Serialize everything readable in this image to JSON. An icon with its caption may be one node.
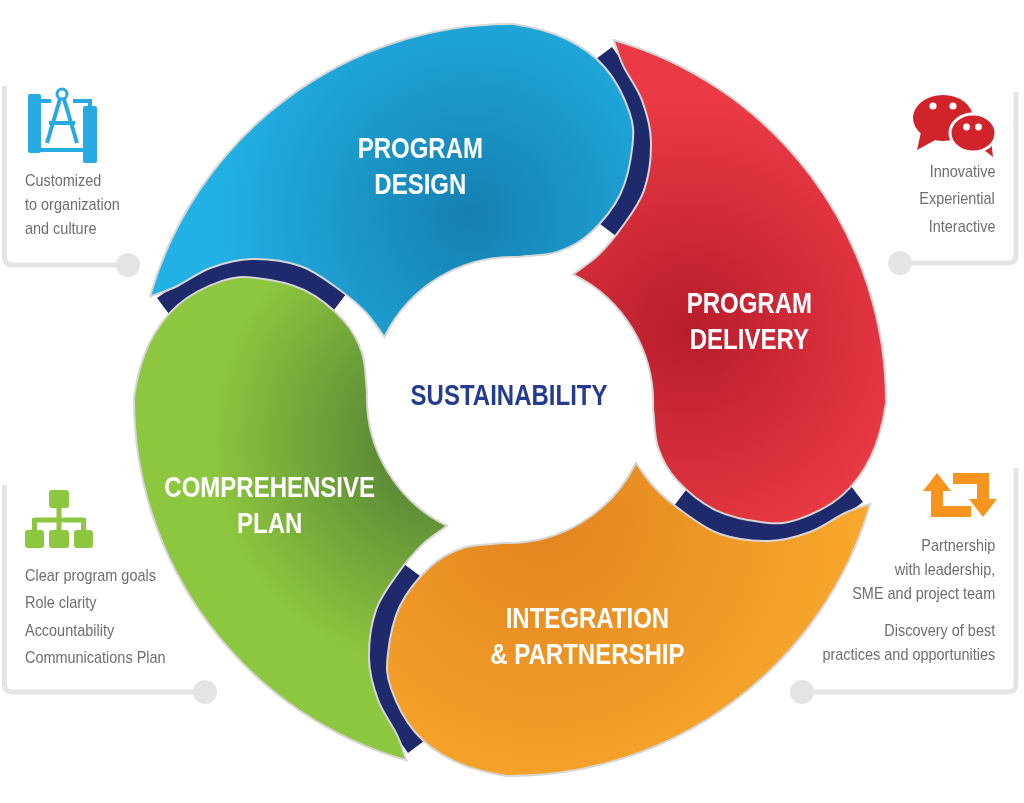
{
  "diagram": {
    "nodes": [
      {
        "text": [
          "PROGRAM DESIGN"
        ]
      },
      {
        "text": [
          "PROGRAM DELIVERY"
        ]
      },
      {
        "text": [
          "INTEGRATION & PARTNERSHIP"
        ]
      },
      {
        "text": [
          "COMPREHENSIVE PLAN"
        ]
      },
      {
        "text": [
          "Customized to organization and culture"
        ]
      },
      {
        "text": [
          "Innovative",
          "Experiential",
          "Interactive"
        ]
      },
      {
        "text": [
          "Clear program goals",
          "Role clarity",
          "Accountability",
          "Communications Plan"
        ]
      },
      {
        "text": [
          "Partnership with leadership, SME and project team",
          "Discovery of best practices and opportunities"
        ]
      }
    ],
    "labels": [
      "SUSTAINABILITY"
    ]
  }
}
